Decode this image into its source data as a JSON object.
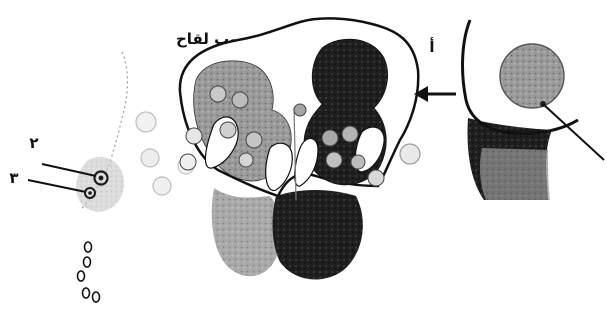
{
  "diagram": {
    "labels": {
      "pollen_grains": "حبوب لقاح",
      "alef": "أ",
      "num_2": "٢",
      "num_3": "٣"
    },
    "colors": {
      "ink": "#111111",
      "dark_tissue": "#2a2a2a",
      "mid_tissue": "#8a8a8a",
      "light_tissue": "#bdbdbd",
      "paper": "#ffffff"
    }
  }
}
